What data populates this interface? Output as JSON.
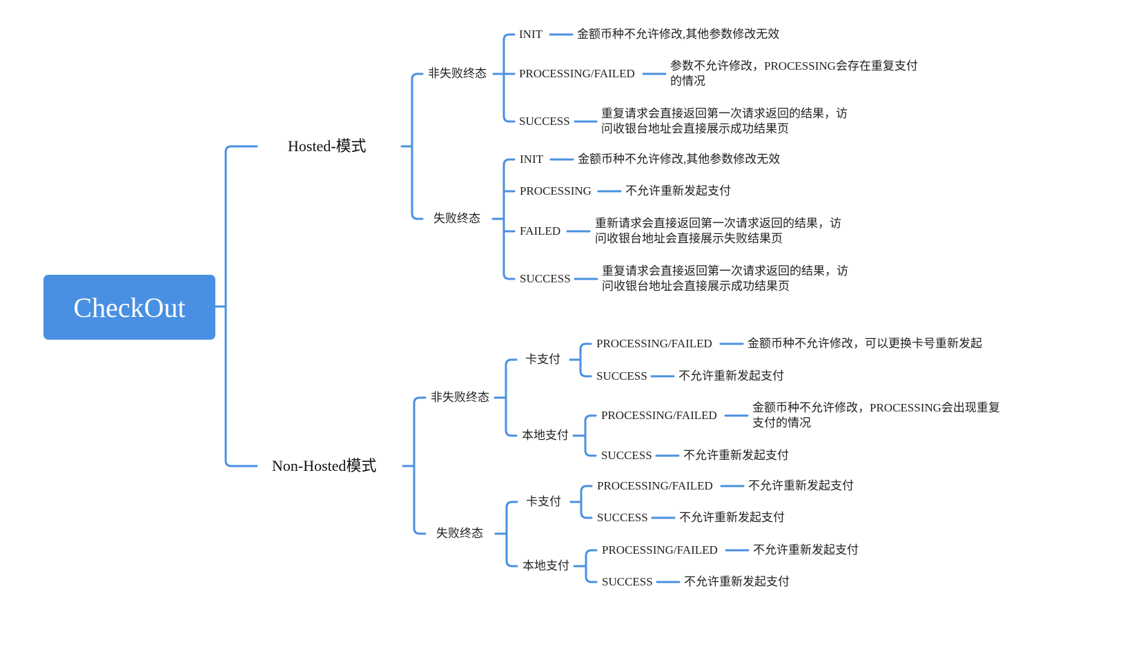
{
  "root": "CheckOut",
  "colors": {
    "accent": "#4a90e2",
    "line": "#4a90e2"
  },
  "hosted": {
    "label": "Hosted-模式",
    "non_final": {
      "label": "非失败终态",
      "items": [
        {
          "state": "INIT",
          "desc": "金额币种不允许修改,其他参数修改无效"
        },
        {
          "state": "PROCESSING/FAILED",
          "desc": "参数不允许修改，PROCESSING会存在重复支付\n的情况"
        },
        {
          "state": "SUCCESS",
          "desc": "重复请求会直接返回第一次请求返回的结果，访\n问收银台地址会直接展示成功结果页"
        }
      ]
    },
    "final": {
      "label": "失败终态",
      "items": [
        {
          "state": "INIT",
          "desc": "金额币种不允许修改,其他参数修改无效"
        },
        {
          "state": "PROCESSING",
          "desc": "不允许重新发起支付"
        },
        {
          "state": "FAILED",
          "desc": "重新请求会直接返回第一次请求返回的结果，访\n问收银台地址会直接展示失败结果页"
        },
        {
          "state": "SUCCESS",
          "desc": "重复请求会直接返回第一次请求返回的结果，访\n问收银台地址会直接展示成功结果页"
        }
      ]
    }
  },
  "non_hosted": {
    "label": "Non-Hosted模式",
    "non_final": {
      "label": "非失败终态",
      "card": {
        "label": "卡支付",
        "items": [
          {
            "state": "PROCESSING/FAILED",
            "desc": "金额币种不允许修改，可以更换卡号重新发起"
          },
          {
            "state": "SUCCESS",
            "desc": "不允许重新发起支付"
          }
        ]
      },
      "local": {
        "label": "本地支付",
        "items": [
          {
            "state": "PROCESSING/FAILED",
            "desc": "金额币种不允许修改，PROCESSING会出现重复\n支付的情况"
          },
          {
            "state": "SUCCESS",
            "desc": "不允许重新发起支付"
          }
        ]
      }
    },
    "final": {
      "label": "失败终态",
      "card": {
        "label": "卡支付",
        "items": [
          {
            "state": "PROCESSING/FAILED",
            "desc": "不允许重新发起支付"
          },
          {
            "state": "SUCCESS",
            "desc": "不允许重新发起支付"
          }
        ]
      },
      "local": {
        "label": "本地支付",
        "items": [
          {
            "state": "PROCESSING/FAILED",
            "desc": "不允许重新发起支付"
          },
          {
            "state": "SUCCESS",
            "desc": "不允许重新发起支付"
          }
        ]
      }
    }
  }
}
